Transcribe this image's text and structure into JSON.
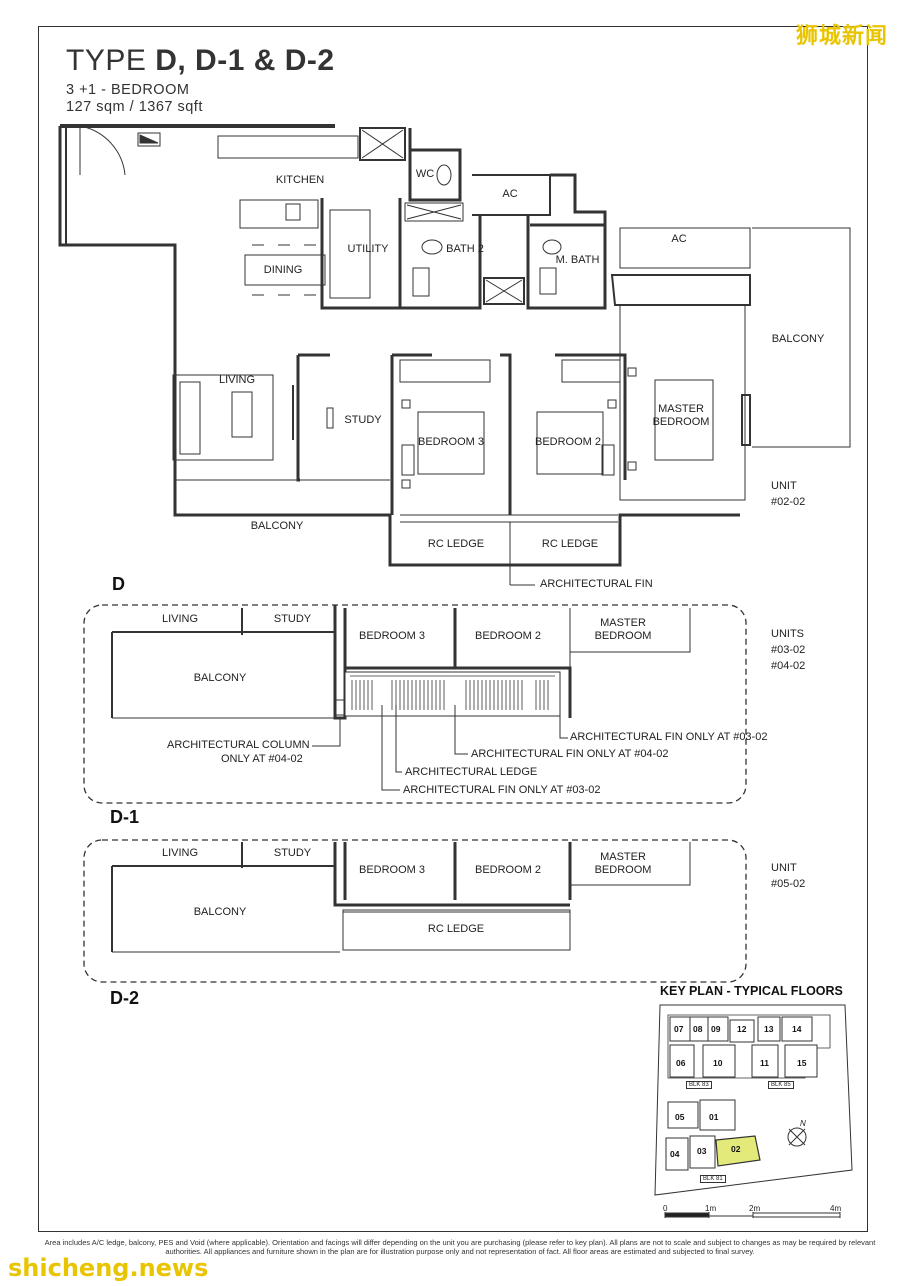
{
  "header": {
    "title_prefix": "TYPE",
    "title_types": "D, D-1 & D-2",
    "bedroom": "3 +1 - BEDROOM",
    "area": "127 sqm / 1367 sqft"
  },
  "watermarks": {
    "top": "狮城新闻",
    "bottom": "shicheng.news"
  },
  "plan_d": {
    "tag": "D",
    "rooms": {
      "kitchen": "KITCHEN",
      "wc": "WC",
      "ac_top": "AC",
      "bath2": "BATH 2",
      "mbath": "M. BATH",
      "ac_right": "AC",
      "dining": "DINING",
      "utility": "UTILITY",
      "living": "LIVING",
      "study": "STUDY",
      "bedroom3": "BEDROOM 3",
      "bedroom2": "BEDROOM 2",
      "master": "MASTER\nBEDROOM",
      "balcony_right": "BALCONY",
      "balcony": "BALCONY",
      "rc_ledge_1": "RC LEDGE",
      "rc_ledge_2": "RC LEDGE"
    },
    "fin_label": "ARCHITECTURAL FIN",
    "unit_label": "UNIT\n#02-02"
  },
  "plan_d1": {
    "tag": "D-1",
    "rooms": {
      "living": "LIVING",
      "study": "STUDY",
      "bedroom3": "BEDROOM 3",
      "bedroom2": "BEDROOM 2",
      "master": "MASTER\nBEDROOM",
      "balcony": "BALCONY"
    },
    "callouts": {
      "fin_0302_top": "ARCHITECTURAL FIN ONLY AT #03-02",
      "fin_0402": "ARCHITECTURAL FIN ONLY AT #04-02",
      "ledge": "ARCHITECTURAL LEDGE",
      "fin_0302_bottom": "ARCHITECTURAL FIN ONLY AT #03-02",
      "column_1": "ARCHITECTURAL COLUMN",
      "column_2": "ONLY AT #04-02"
    },
    "unit_label": "UNITS\n#03-02\n#04-02"
  },
  "plan_d2": {
    "tag": "D-2",
    "rooms": {
      "living": "LIVING",
      "study": "STUDY",
      "bedroom3": "BEDROOM 3",
      "bedroom2": "BEDROOM 2",
      "master": "MASTER\nBEDROOM",
      "balcony": "BALCONY",
      "rc_ledge": "RC LEDGE"
    },
    "unit_label": "UNIT\n#05-02"
  },
  "key_plan": {
    "title": "KEY PLAN - TYPICAL FLOORS",
    "units": [
      "07",
      "08",
      "09",
      "12",
      "13",
      "14",
      "06",
      "10",
      "11",
      "15",
      "05",
      "01",
      "04",
      "03",
      "02"
    ],
    "blocks": [
      "BLK 83",
      "BLK 85",
      "BLK 81"
    ],
    "highlight_unit": "02",
    "highlight_color": "#e3ea7a",
    "north": "N",
    "scale": [
      "0",
      "1m",
      "2m",
      "4m"
    ]
  },
  "disclaimer": "Area includes A/C ledge, balcony, PES and Void (where applicable). Orientation and facings will differ depending on the unit you are purchasing (please refer to key plan). All plans are not to scale and subject to changes as may be required by relevant authorities. All appliances and furniture shown in the plan are for illustration purpose only and not representation of fact. All floor areas are estimated and subjected to final survey."
}
